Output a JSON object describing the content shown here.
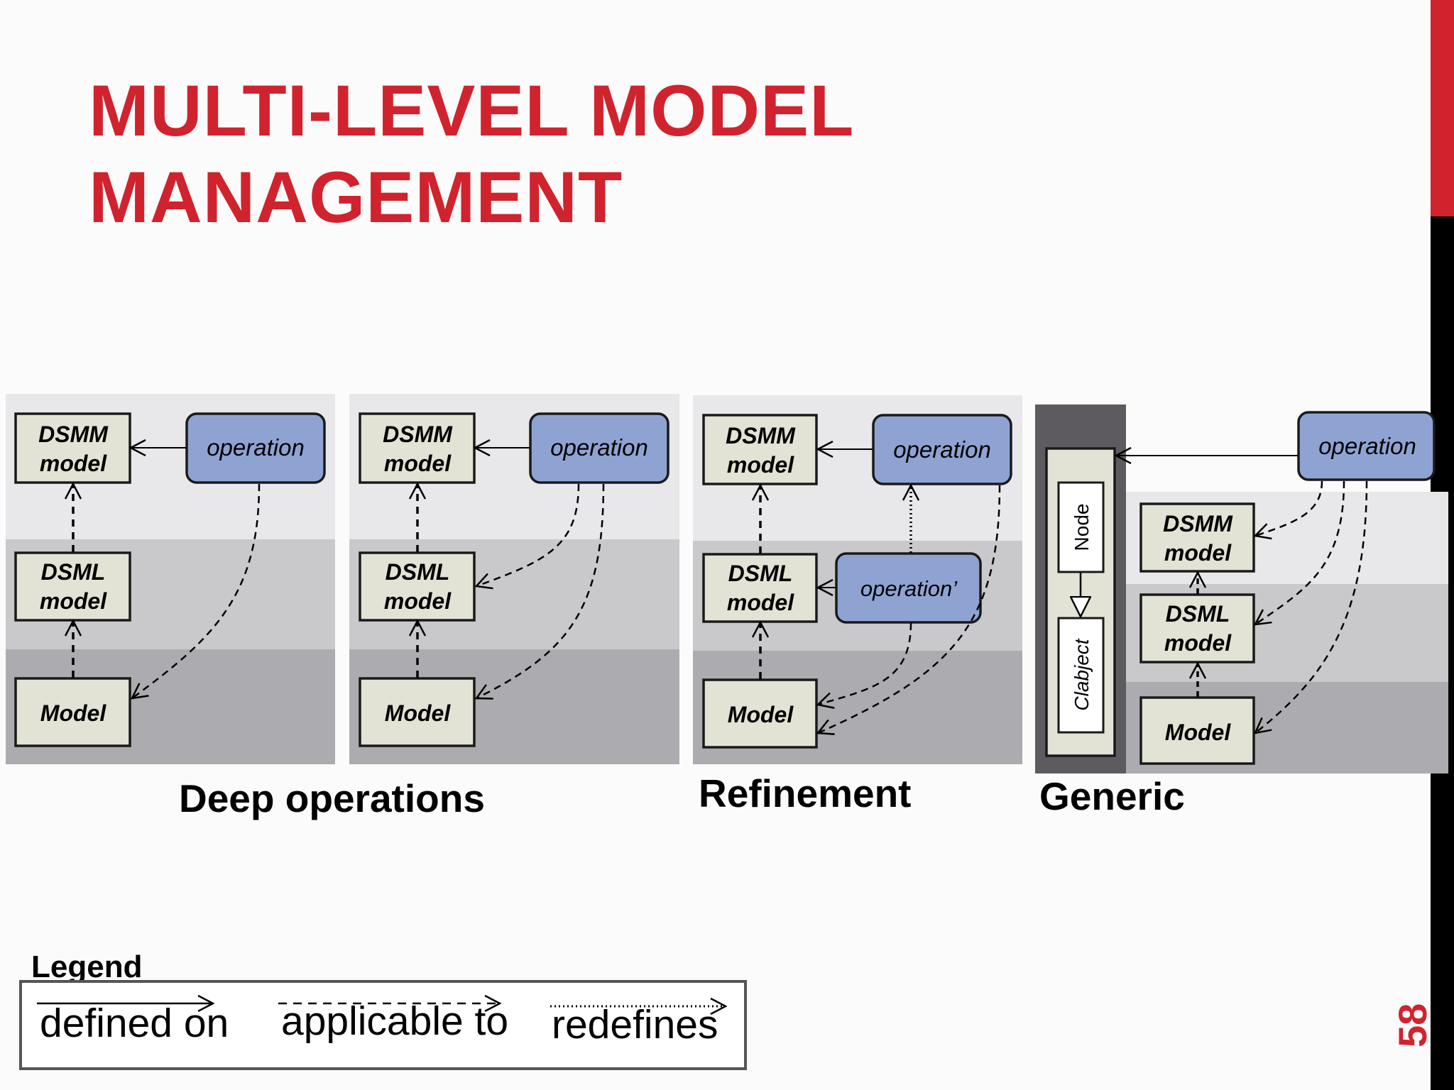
{
  "slide": {
    "title_line1": "MULTI-LEVEL MODEL",
    "title_line2": "MANAGEMENT",
    "page_number": "58"
  },
  "captions": {
    "deep": "Deep operations",
    "refinement": "Refinement",
    "generic": "Generic"
  },
  "nodes": {
    "dsmm": "DSMM",
    "dsml": "DSML",
    "model_word": "model",
    "model": "Model",
    "operation": "operation",
    "operation_prime": "operation’",
    "node": "Node",
    "clabject": "Clabject"
  },
  "legend": {
    "title": "Legend",
    "defined_on": "defined on",
    "applicable_to": "applicable to",
    "redefines": "redefines"
  },
  "colors": {
    "title_red": "#d0232e",
    "model_fill": "#e3e3d5",
    "operation_fill": "#8fa3d3"
  }
}
